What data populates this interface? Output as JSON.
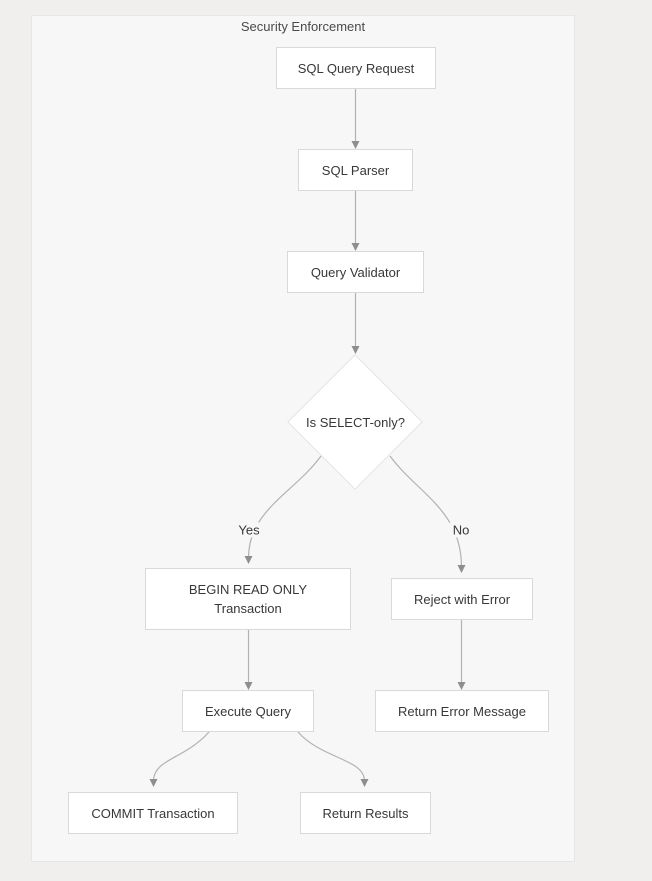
{
  "diagram": {
    "title": "Security Enforcement",
    "nodes": {
      "sql_query_request": {
        "label": "SQL Query Request",
        "shape": "rect"
      },
      "sql_parser": {
        "label": "SQL Parser",
        "shape": "rect"
      },
      "query_validator": {
        "label": "Query Validator",
        "shape": "rect"
      },
      "is_select_only": {
        "label": "Is SELECT-only?",
        "shape": "diamond"
      },
      "begin_read_only_transaction": {
        "label": "BEGIN READ ONLY Transaction",
        "shape": "rect"
      },
      "reject_with_error": {
        "label": "Reject with Error",
        "shape": "rect"
      },
      "execute_query": {
        "label": "Execute Query",
        "shape": "rect"
      },
      "return_error_message": {
        "label": "Return Error Message",
        "shape": "rect"
      },
      "commit_transaction": {
        "label": "COMMIT Transaction",
        "shape": "rect"
      },
      "return_results": {
        "label": "Return Results",
        "shape": "rect"
      }
    },
    "edges": {
      "yes_label": "Yes",
      "no_label": "No"
    },
    "colors": {
      "page_bg": "#f0efed",
      "canvas_bg": "#f7f7f7",
      "canvas_border": "#e8e7e5",
      "node_bg": "#ffffff",
      "node_border": "#d9d9d9",
      "diamond_border": "#e3e3e3",
      "text": "#383838",
      "title_text": "#4a4a4a",
      "edge": "#b2b2b2",
      "arrowhead": "#8e8e8e"
    }
  }
}
